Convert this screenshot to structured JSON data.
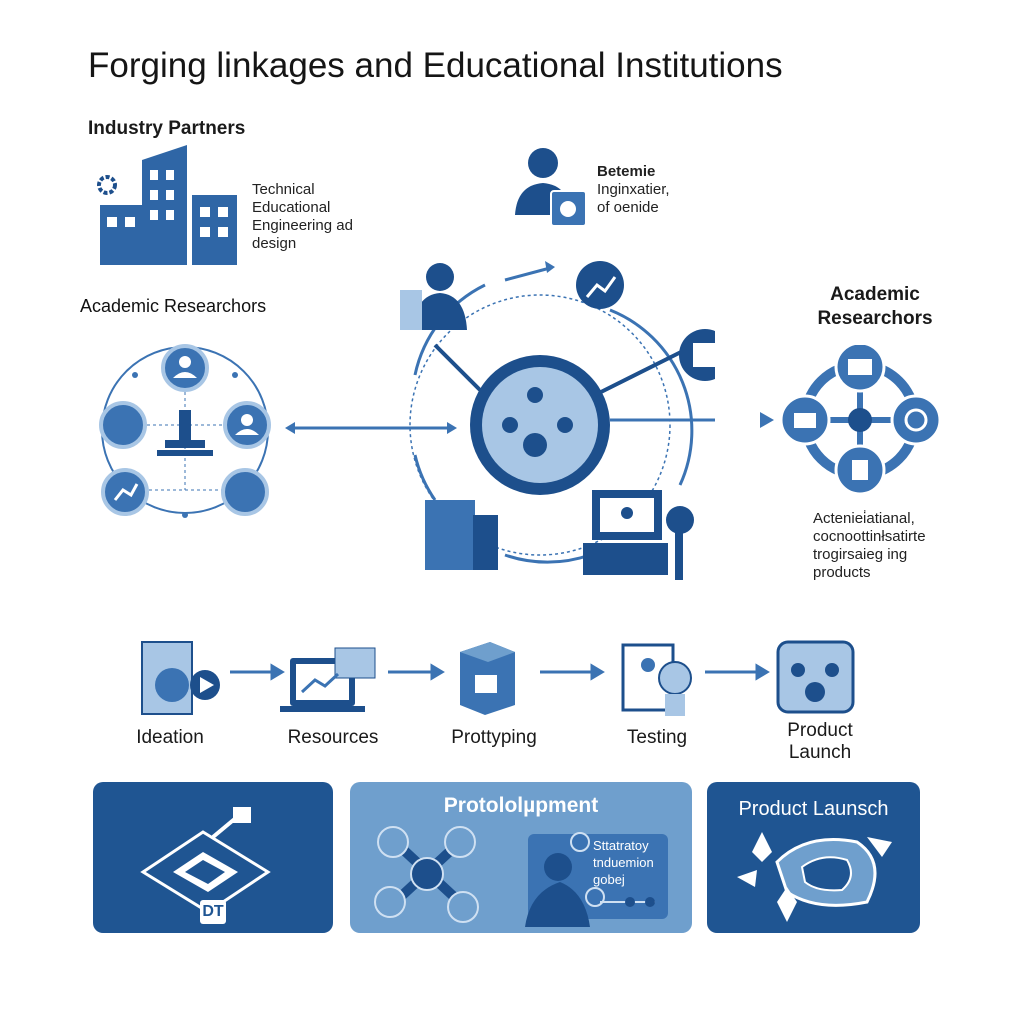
{
  "title": "Forging linkages and Educational Institutions",
  "industry_partners": {
    "heading": "Industry Partners",
    "description": [
      "Technical",
      "Educational",
      "Engineering ad",
      "design"
    ]
  },
  "top_person": {
    "lines": [
      "Betemie",
      "Inginxatier,",
      "of oenide"
    ]
  },
  "academic_left": {
    "heading": "Academic Researchors"
  },
  "academic_right": {
    "heading": [
      "Academic",
      "Researchors"
    ],
    "description": [
      "Acteniei̇atianal,",
      "cocnoottinłsatirte",
      "trogirsaieg ing",
      "products"
    ]
  },
  "process_steps": [
    {
      "label": "Ideation"
    },
    {
      "label": "Resources"
    },
    {
      "label": "Prottyping"
    },
    {
      "label": "Testing"
    },
    {
      "label": "Product Launch"
    }
  ],
  "panels": [
    {
      "title": "",
      "badge": "DT"
    },
    {
      "title": "Protololµpment",
      "card_lines": [
        "Sttatratoy",
        "tnduemion",
        "gobej"
      ]
    },
    {
      "title": "Product Launsch"
    }
  ],
  "colors": {
    "dark": "#1d4f8c",
    "mid": "#3b73b3",
    "light": "#a8c6e5",
    "panel_light": "#6f9fcd"
  }
}
